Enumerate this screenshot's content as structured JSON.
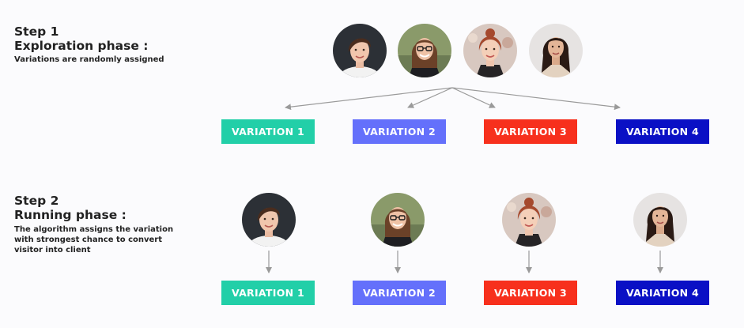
{
  "step1": {
    "title": "Step 1",
    "subtitle": "Exploration phase :",
    "description": "Variations are randomly assigned"
  },
  "step2": {
    "title": "Step 2",
    "subtitle": "Running phase :",
    "description": "The algorithm assigns the variation with strongest chance to convert visitor into client"
  },
  "variations": [
    {
      "label": "VARIATION 1",
      "color": "#22cfa8"
    },
    {
      "label": "VARIATION 2",
      "color": "#6470fb"
    },
    {
      "label": "VARIATION 3",
      "color": "#f7301d"
    },
    {
      "label": "VARIATION 4",
      "color": "#0a10c5"
    }
  ],
  "colors": {
    "arrow": "#9a9a9a",
    "text": "#222222",
    "background": "#fbfbfd"
  }
}
